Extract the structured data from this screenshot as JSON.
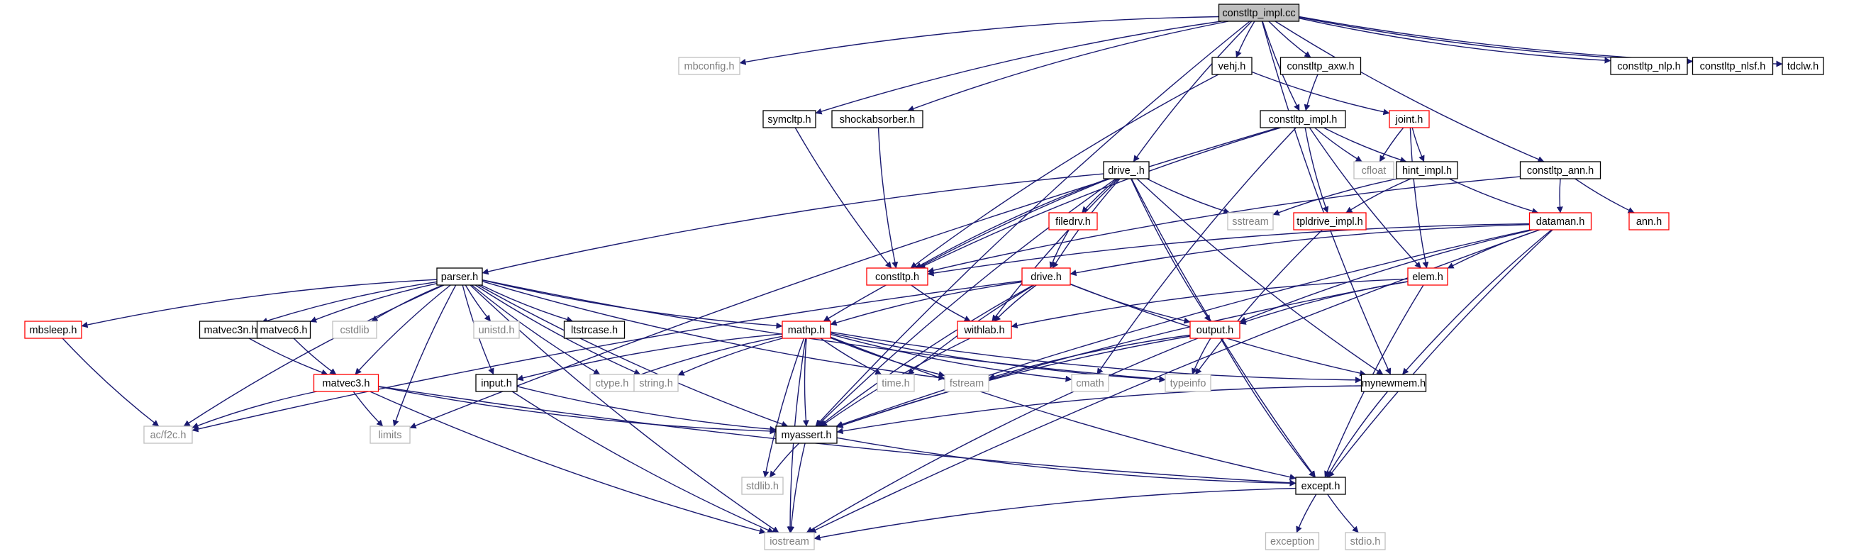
{
  "graph": {
    "root": "constltp_impl.cc",
    "colors": {
      "edge": "#191970",
      "root_fill": "#bfbfbf",
      "documented_border": "#000000",
      "truncated_border": "#ff0000",
      "external_border": "#bfbfbf",
      "external_text": "#7f7f7f",
      "text": "#000000"
    },
    "nodes": [
      {
        "id": "root",
        "label": "constltp_impl.cc",
        "kind": "root"
      },
      {
        "id": "mbconfig",
        "label": "mbconfig.h",
        "kind": "external"
      },
      {
        "id": "vehj",
        "label": "vehj.h",
        "kind": "documented"
      },
      {
        "id": "constltp_axw",
        "label": "constltp_axw.h",
        "kind": "documented"
      },
      {
        "id": "constltp_nlp",
        "label": "constltp_nlp.h",
        "kind": "documented"
      },
      {
        "id": "constltp_nlsf",
        "label": "constltp_nlsf.h",
        "kind": "documented"
      },
      {
        "id": "tdclw",
        "label": "tdclw.h",
        "kind": "documented"
      },
      {
        "id": "symcltp",
        "label": "symcltp.h",
        "kind": "documented"
      },
      {
        "id": "shockabsorber",
        "label": "shockabsorber.h",
        "kind": "documented"
      },
      {
        "id": "constltp_impl_h",
        "label": "constltp_impl.h",
        "kind": "documented"
      },
      {
        "id": "joint",
        "label": "joint.h",
        "kind": "truncated"
      },
      {
        "id": "cfloat",
        "label": "cfloat",
        "kind": "external"
      },
      {
        "id": "hint_impl",
        "label": "hint_impl.h",
        "kind": "documented"
      },
      {
        "id": "constltp_ann",
        "label": "constltp_ann.h",
        "kind": "documented"
      },
      {
        "id": "drive_",
        "label": "drive_.h",
        "kind": "documented"
      },
      {
        "id": "sstream",
        "label": "sstream",
        "kind": "external"
      },
      {
        "id": "tpldrive_impl",
        "label": "tpldrive_impl.h",
        "kind": "truncated"
      },
      {
        "id": "dataman",
        "label": "dataman.h",
        "kind": "truncated"
      },
      {
        "id": "ann",
        "label": "ann.h",
        "kind": "truncated"
      },
      {
        "id": "filedrv",
        "label": "filedrv.h",
        "kind": "truncated"
      },
      {
        "id": "parser",
        "label": "parser.h",
        "kind": "documented"
      },
      {
        "id": "constltp",
        "label": "constltp.h",
        "kind": "truncated"
      },
      {
        "id": "drive",
        "label": "drive.h",
        "kind": "truncated"
      },
      {
        "id": "elem",
        "label": "elem.h",
        "kind": "truncated"
      },
      {
        "id": "mbsleep",
        "label": "mbsleep.h",
        "kind": "truncated"
      },
      {
        "id": "matvec3n",
        "label": "matvec3n.h",
        "kind": "documented"
      },
      {
        "id": "matvec6",
        "label": "matvec6.h",
        "kind": "documented"
      },
      {
        "id": "cstdlib",
        "label": "cstdlib",
        "kind": "external"
      },
      {
        "id": "unistd",
        "label": "unistd.h",
        "kind": "external"
      },
      {
        "id": "ltstrcase",
        "label": "ltstrcase.h",
        "kind": "documented"
      },
      {
        "id": "withlab",
        "label": "withlab.h",
        "kind": "truncated"
      },
      {
        "id": "output",
        "label": "output.h",
        "kind": "truncated"
      },
      {
        "id": "mathp",
        "label": "mathp.h",
        "kind": "truncated"
      },
      {
        "id": "matvec3",
        "label": "matvec3.h",
        "kind": "truncated"
      },
      {
        "id": "input",
        "label": "input.h",
        "kind": "documented"
      },
      {
        "id": "ctype",
        "label": "ctype.h",
        "kind": "external"
      },
      {
        "id": "string",
        "label": "string.h",
        "kind": "external"
      },
      {
        "id": "time",
        "label": "time.h",
        "kind": "external"
      },
      {
        "id": "fstream",
        "label": "fstream",
        "kind": "external"
      },
      {
        "id": "cmath",
        "label": "cmath",
        "kind": "external"
      },
      {
        "id": "typeinfo",
        "label": "typeinfo",
        "kind": "external"
      },
      {
        "id": "mynewmem",
        "label": "mynewmem.h",
        "kind": "documented"
      },
      {
        "id": "acf2c",
        "label": "ac/f2c.h",
        "kind": "external"
      },
      {
        "id": "limits",
        "label": "limits",
        "kind": "external"
      },
      {
        "id": "myassert",
        "label": "myassert.h",
        "kind": "documented"
      },
      {
        "id": "stdlib",
        "label": "stdlib.h",
        "kind": "external"
      },
      {
        "id": "except",
        "label": "except.h",
        "kind": "documented"
      },
      {
        "id": "iostream",
        "label": "iostream",
        "kind": "external"
      },
      {
        "id": "exception",
        "label": "exception",
        "kind": "external"
      },
      {
        "id": "stdio",
        "label": "stdio.h",
        "kind": "external"
      }
    ],
    "edges": [
      [
        "root",
        "mbconfig"
      ],
      [
        "root",
        "myassert"
      ],
      [
        "root",
        "vehj"
      ],
      [
        "root",
        "constltp_axw"
      ],
      [
        "root",
        "constltp_nlp"
      ],
      [
        "root",
        "constltp_nlsf"
      ],
      [
        "root",
        "tdclw"
      ],
      [
        "root",
        "symcltp"
      ],
      [
        "root",
        "shockabsorber"
      ],
      [
        "root",
        "constltp_impl_h"
      ],
      [
        "root",
        "drive_"
      ],
      [
        "root",
        "constltp_ann"
      ],
      [
        "root",
        "mynewmem"
      ],
      [
        "vehj",
        "joint"
      ],
      [
        "vehj",
        "constltp"
      ],
      [
        "constltp_axw",
        "constltp_impl_h"
      ],
      [
        "constltp_impl_h",
        "cfloat"
      ],
      [
        "constltp_impl_h",
        "hint_impl"
      ],
      [
        "constltp_impl_h",
        "limits"
      ],
      [
        "constltp_impl_h",
        "constltp"
      ],
      [
        "constltp_impl_h",
        "elem"
      ],
      [
        "constltp_impl_h",
        "tpldrive_impl"
      ],
      [
        "constltp_impl_h",
        "cmath"
      ],
      [
        "joint",
        "cfloat"
      ],
      [
        "joint",
        "hint_impl"
      ],
      [
        "joint",
        "elem"
      ],
      [
        "hint_impl",
        "sstream"
      ],
      [
        "hint_impl",
        "tpldrive_impl"
      ],
      [
        "hint_impl",
        "dataman"
      ],
      [
        "symcltp",
        "constltp"
      ],
      [
        "shockabsorber",
        "constltp"
      ],
      [
        "constltp_ann",
        "dataman"
      ],
      [
        "constltp_ann",
        "ann"
      ],
      [
        "constltp_ann",
        "constltp"
      ],
      [
        "drive_",
        "parser"
      ],
      [
        "drive_",
        "sstream"
      ],
      [
        "drive_",
        "filedrv"
      ],
      [
        "drive_",
        "drive"
      ],
      [
        "drive_",
        "constltp"
      ],
      [
        "drive_",
        "withlab"
      ],
      [
        "drive_",
        "mathp"
      ],
      [
        "drive_",
        "output"
      ],
      [
        "drive_",
        "myassert"
      ],
      [
        "drive_",
        "mynewmem"
      ],
      [
        "drive_",
        "except"
      ],
      [
        "filedrv",
        "drive"
      ],
      [
        "tpldrive_impl",
        "typeinfo"
      ],
      [
        "dataman",
        "constltp"
      ],
      [
        "dataman",
        "drive"
      ],
      [
        "dataman",
        "elem"
      ],
      [
        "dataman",
        "output"
      ],
      [
        "dataman",
        "mynewmem"
      ],
      [
        "dataman",
        "myassert"
      ],
      [
        "dataman",
        "except"
      ],
      [
        "dataman",
        "iostream"
      ],
      [
        "constltp",
        "withlab"
      ],
      [
        "drive",
        "withlab"
      ],
      [
        "drive",
        "mathp"
      ],
      [
        "drive",
        "output"
      ],
      [
        "drive",
        "time"
      ],
      [
        "drive",
        "myassert"
      ],
      [
        "drive",
        "mynewmem"
      ],
      [
        "drive",
        "acf2c"
      ],
      [
        "elem",
        "withlab"
      ],
      [
        "elem",
        "output"
      ],
      [
        "elem",
        "myassert"
      ],
      [
        "elem",
        "except"
      ],
      [
        "withlab",
        "myassert"
      ],
      [
        "output",
        "fstream"
      ],
      [
        "output",
        "typeinfo"
      ],
      [
        "output",
        "myassert"
      ],
      [
        "output",
        "except"
      ],
      [
        "output",
        "iostream"
      ],
      [
        "parser",
        "mbsleep"
      ],
      [
        "parser",
        "matvec3n"
      ],
      [
        "parser",
        "matvec6"
      ],
      [
        "parser",
        "cstdlib"
      ],
      [
        "parser",
        "unistd"
      ],
      [
        "parser",
        "ltstrcase"
      ],
      [
        "parser",
        "mathp"
      ],
      [
        "parser",
        "input"
      ],
      [
        "parser",
        "ctype"
      ],
      [
        "parser",
        "string"
      ],
      [
        "parser",
        "acf2c"
      ],
      [
        "parser",
        "matvec3"
      ],
      [
        "parser",
        "limits"
      ],
      [
        "parser",
        "iostream"
      ],
      [
        "parser",
        "fstream"
      ],
      [
        "parser",
        "typeinfo"
      ],
      [
        "parser",
        "myassert"
      ],
      [
        "mbsleep",
        "acf2c"
      ],
      [
        "matvec3n",
        "matvec3"
      ],
      [
        "matvec6",
        "matvec3"
      ],
      [
        "matvec3",
        "acf2c"
      ],
      [
        "matvec3",
        "limits"
      ],
      [
        "matvec3",
        "myassert"
      ],
      [
        "matvec3",
        "except"
      ],
      [
        "matvec3",
        "iostream"
      ],
      [
        "mathp",
        "input"
      ],
      [
        "mathp",
        "ctype"
      ],
      [
        "mathp",
        "string"
      ],
      [
        "mathp",
        "time"
      ],
      [
        "mathp",
        "fstream"
      ],
      [
        "mathp",
        "cmath"
      ],
      [
        "mathp",
        "typeinfo"
      ],
      [
        "mathp",
        "mynewmem"
      ],
      [
        "mathp",
        "myassert"
      ],
      [
        "mathp",
        "stdlib"
      ],
      [
        "mathp",
        "except"
      ],
      [
        "mathp",
        "iostream"
      ],
      [
        "input",
        "myassert"
      ],
      [
        "input",
        "iostream"
      ],
      [
        "mynewmem",
        "myassert"
      ],
      [
        "mynewmem",
        "except"
      ],
      [
        "myassert",
        "stdlib"
      ],
      [
        "myassert",
        "iostream"
      ],
      [
        "myassert",
        "except"
      ],
      [
        "except",
        "exception"
      ],
      [
        "except",
        "stdio"
      ],
      [
        "except",
        "iostream"
      ]
    ]
  }
}
